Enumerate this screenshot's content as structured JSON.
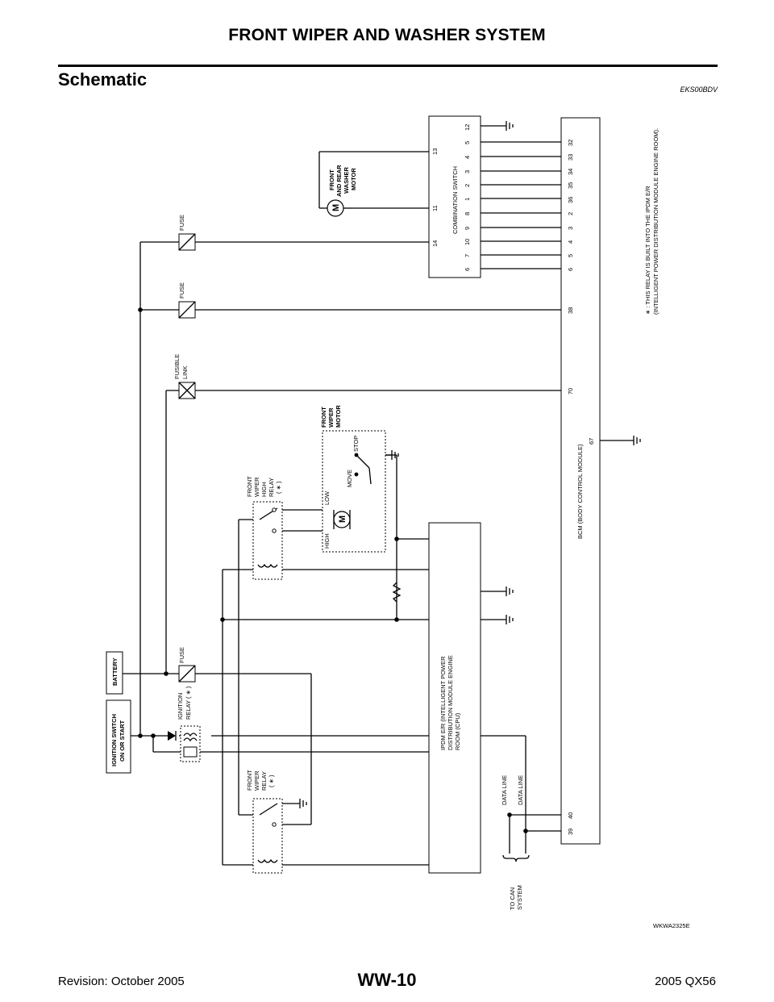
{
  "header": {
    "title": "FRONT WIPER AND WASHER SYSTEM"
  },
  "section": {
    "title": "Schematic",
    "code": "EKS00BDV"
  },
  "footer": {
    "page": "WW-10",
    "revision": "Revision: October 2005",
    "model": "2005 QX56"
  },
  "diagram": {
    "figure_code": "WKWA2325E",
    "note_line1": "∗ : THIS RELAY IS BUILT INTO THE IPDM E/R",
    "note_line2": "(INTELLIGENT POWER DISTRIBUTION MODULE ENGINE ROOM).",
    "fuse": "FUSE",
    "fusible_link_1": "FUSIBLE",
    "fusible_link_2": "LINK",
    "battery": "BATTERY",
    "ign_switch_1": "IGNITION SWITCH",
    "ign_switch_2": "ON OR START",
    "ign_relay_1": "IGNITION",
    "ign_relay_2": "RELAY ( ∗ )",
    "front_wiper_relay": [
      "FRONT",
      "WIPER",
      "RELAY",
      "( ∗ )"
    ],
    "front_wiper_high_relay": [
      "FRONT",
      "WIPER",
      "HIGH",
      "RELAY",
      "( ∗ )"
    ],
    "front_wiper_motor": [
      "FRONT",
      "WIPER",
      "MOTOR"
    ],
    "motor_high": "HIGH",
    "motor_low": "LOW",
    "motor_move": "MOVE",
    "motor_stop": "STOP",
    "washer_motor": [
      "FRONT",
      "AND REAR",
      "WASHER",
      "MOTOR"
    ],
    "motor_symbol": "M",
    "combination_switch": "COMBINATION SWITCH",
    "bcm": "BCM (BODY CONTROL MODULE)",
    "ipdm": [
      "IPDM E/R (INTELLIGENT POWER",
      "DISTRIBUTION MODULE ENGINE",
      "ROOM (CPU)"
    ],
    "data_line": "DATA LINE",
    "to_can": [
      "TO CAN",
      "SYSTEM"
    ],
    "combo_pins_top": [
      "14",
      "11",
      "13"
    ],
    "combo_pins_bottom": [
      "6",
      "7",
      "10",
      "9",
      "8",
      "1",
      "2",
      "3",
      "4",
      "5",
      "12"
    ],
    "bcm_pins_right": [
      "6",
      "5",
      "4",
      "3",
      "2",
      "36",
      "35",
      "34",
      "33",
      "32"
    ],
    "bcm_pin_38": "38",
    "bcm_pin_70": "70",
    "bcm_pin_67": "67",
    "bcm_pin_39": "39",
    "bcm_pin_40": "40"
  }
}
